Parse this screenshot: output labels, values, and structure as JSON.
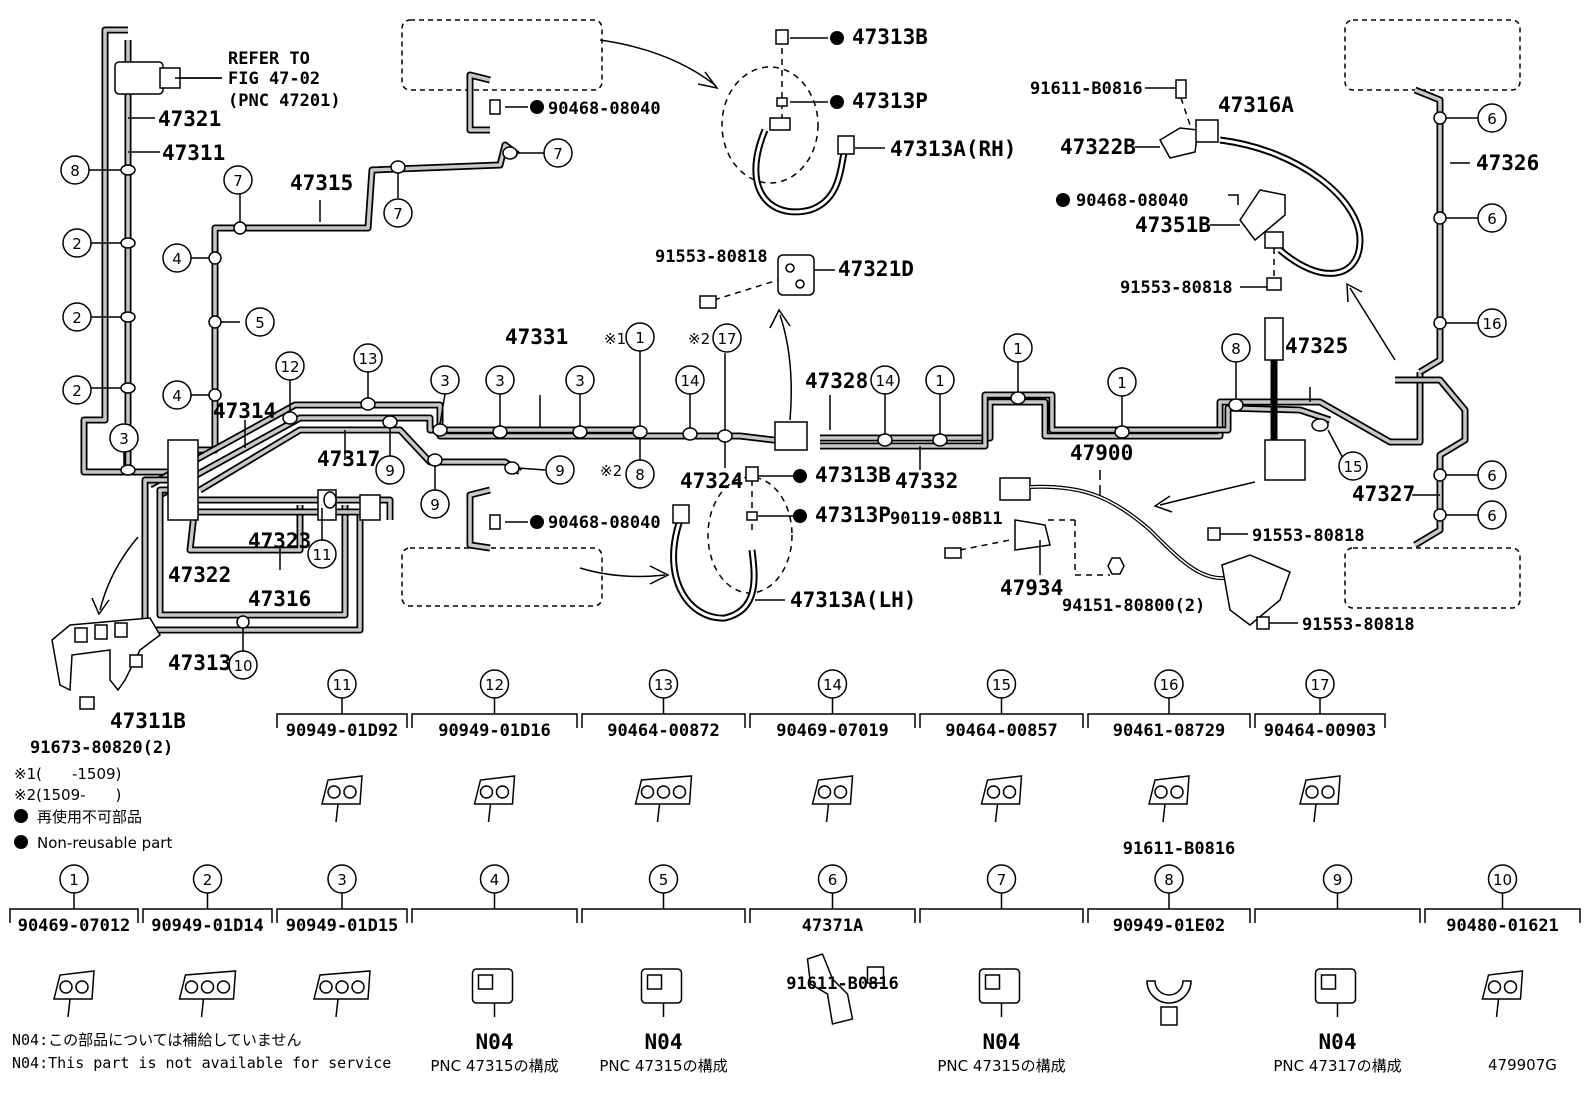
{
  "refer": {
    "line1": "REFER TO",
    "line2": "FIG 47-02",
    "line3": "(PNC 47201)"
  },
  "labels": {
    "p47321": "47321",
    "p47311": "47311",
    "p47315": "47315",
    "p47314": "47314",
    "p47317": "47317",
    "p47323": "47323",
    "p47322": "47322",
    "p47316": "47316",
    "p47313": "47313",
    "p47311b": "47311B",
    "p91673": "91673-80820(2)",
    "p47331": "47331",
    "p47324": "47324",
    "p47328": "47328",
    "p47332": "47332",
    "p47900": "47900",
    "p47325": "47325",
    "p47327": "47327",
    "p47326": "47326",
    "p47934": "47934",
    "p94151": "94151-80800(2)",
    "p90119": "90119-08B11",
    "p47313b_top": "47313B",
    "p47313p_top": "47313P",
    "p47313a_rh": "47313A(RH)",
    "p90468_top": "90468-08040",
    "p91553_d": "91553-80818",
    "p47321d": "47321D",
    "p47313b_bot": "47313B",
    "p47313p_bot": "47313P",
    "p47313a_lh": "47313A(LH)",
    "p90468_bot": "90468-08040",
    "p91611": "91611-B0816",
    "p47316a": "47316A",
    "p47322b": "47322B",
    "p90468_r": "90468-08040",
    "p47351b": "47351B",
    "p91553_r": "91553-80818",
    "p91553_r2": "91553-80818",
    "p91553_r3": "91553-80818",
    "mark1": "※1",
    "mark2": "※2"
  },
  "legend": {
    "r1": "※1(　　-1509)",
    "r2": "※2(1509-　　)",
    "jp": "再使用不可部品",
    "en": "Non-reusable part"
  },
  "clips_row1": [
    {
      "num": "11",
      "part": "90949-01D92"
    },
    {
      "num": "12",
      "part": "90949-01D16"
    },
    {
      "num": "13",
      "part": "90464-00872"
    },
    {
      "num": "14",
      "part": "90469-07019"
    },
    {
      "num": "15",
      "part": "90464-00857"
    },
    {
      "num": "16",
      "part": "90461-08729",
      "sub": "91611-B0816"
    },
    {
      "num": "17",
      "part": "90464-00903"
    }
  ],
  "clips_row2": [
    {
      "num": "1",
      "part": "90469-07012"
    },
    {
      "num": "2",
      "part": "90949-01D14"
    },
    {
      "num": "3",
      "part": "90949-01D15"
    },
    {
      "num": "4",
      "part": "",
      "n04": "N04",
      "pnc": "PNC 47315の構成"
    },
    {
      "num": "5",
      "part": "",
      "n04": "N04",
      "pnc": "PNC 47315の構成"
    },
    {
      "num": "6",
      "part": "47371A",
      "sub": "91611-B0816"
    },
    {
      "num": "7",
      "part": "",
      "n04": "N04",
      "pnc": "PNC 47315の構成"
    },
    {
      "num": "8",
      "part": "90949-01E02"
    },
    {
      "num": "9",
      "part": "",
      "n04": "N04",
      "pnc": "PNC 47317の構成"
    },
    {
      "num": "10",
      "part": "90480-01621"
    }
  ],
  "footnote": {
    "jp": "N04:この部品については補給していません",
    "en": "N04:This part is not available for service"
  },
  "figure_id": "479907G"
}
